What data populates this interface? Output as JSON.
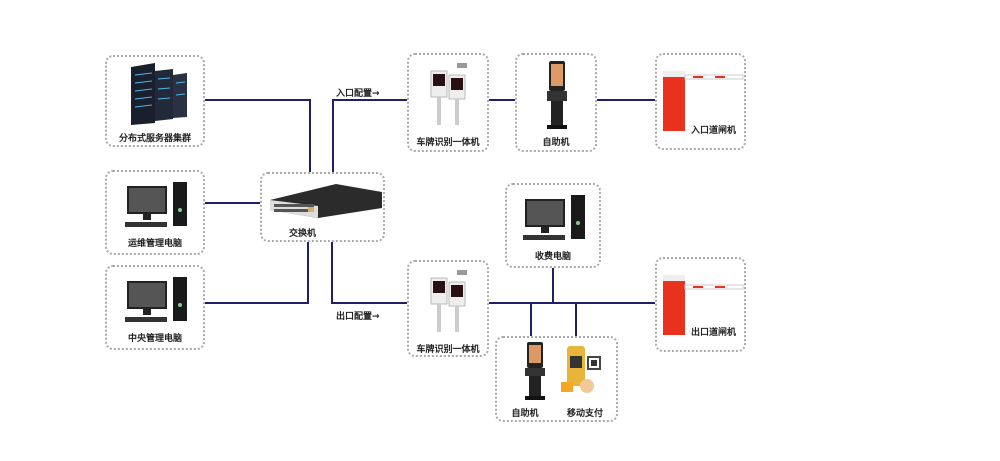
{
  "nodes": {
    "server_cluster": "分布式服务器集群",
    "ops_pc": "运维管理电脑",
    "central_pc": "中央管理电脑",
    "switch": "交换机",
    "entry_lpr": "车牌识别一体机",
    "entry_kiosk": "自助机",
    "entry_gate": "入口道闸机",
    "fee_pc": "收费电脑",
    "exit_lpr": "车牌识别一体机",
    "exit_gate": "出口道闸机",
    "exit_kiosk": "自助机",
    "mobile_pay": "移动支付"
  },
  "labels": {
    "entry_config": "入口配置",
    "exit_config": "出口配置",
    "arrow": "→"
  },
  "colors": {
    "line": "#1f1f6b",
    "gate": "#e8321e",
    "border": "#aaaaaa"
  }
}
